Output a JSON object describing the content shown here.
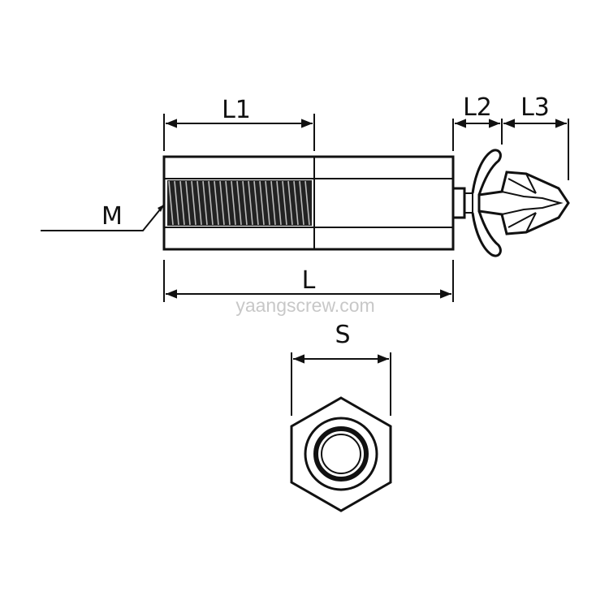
{
  "labels": {
    "L1": "L1",
    "L2": "L2",
    "L3": "L3",
    "M": "M",
    "L": "L",
    "S": "S"
  },
  "watermark": "yaangscrew.com",
  "colors": {
    "line": "#111111",
    "watermark": "#c8c8c8",
    "background": "#ffffff"
  }
}
